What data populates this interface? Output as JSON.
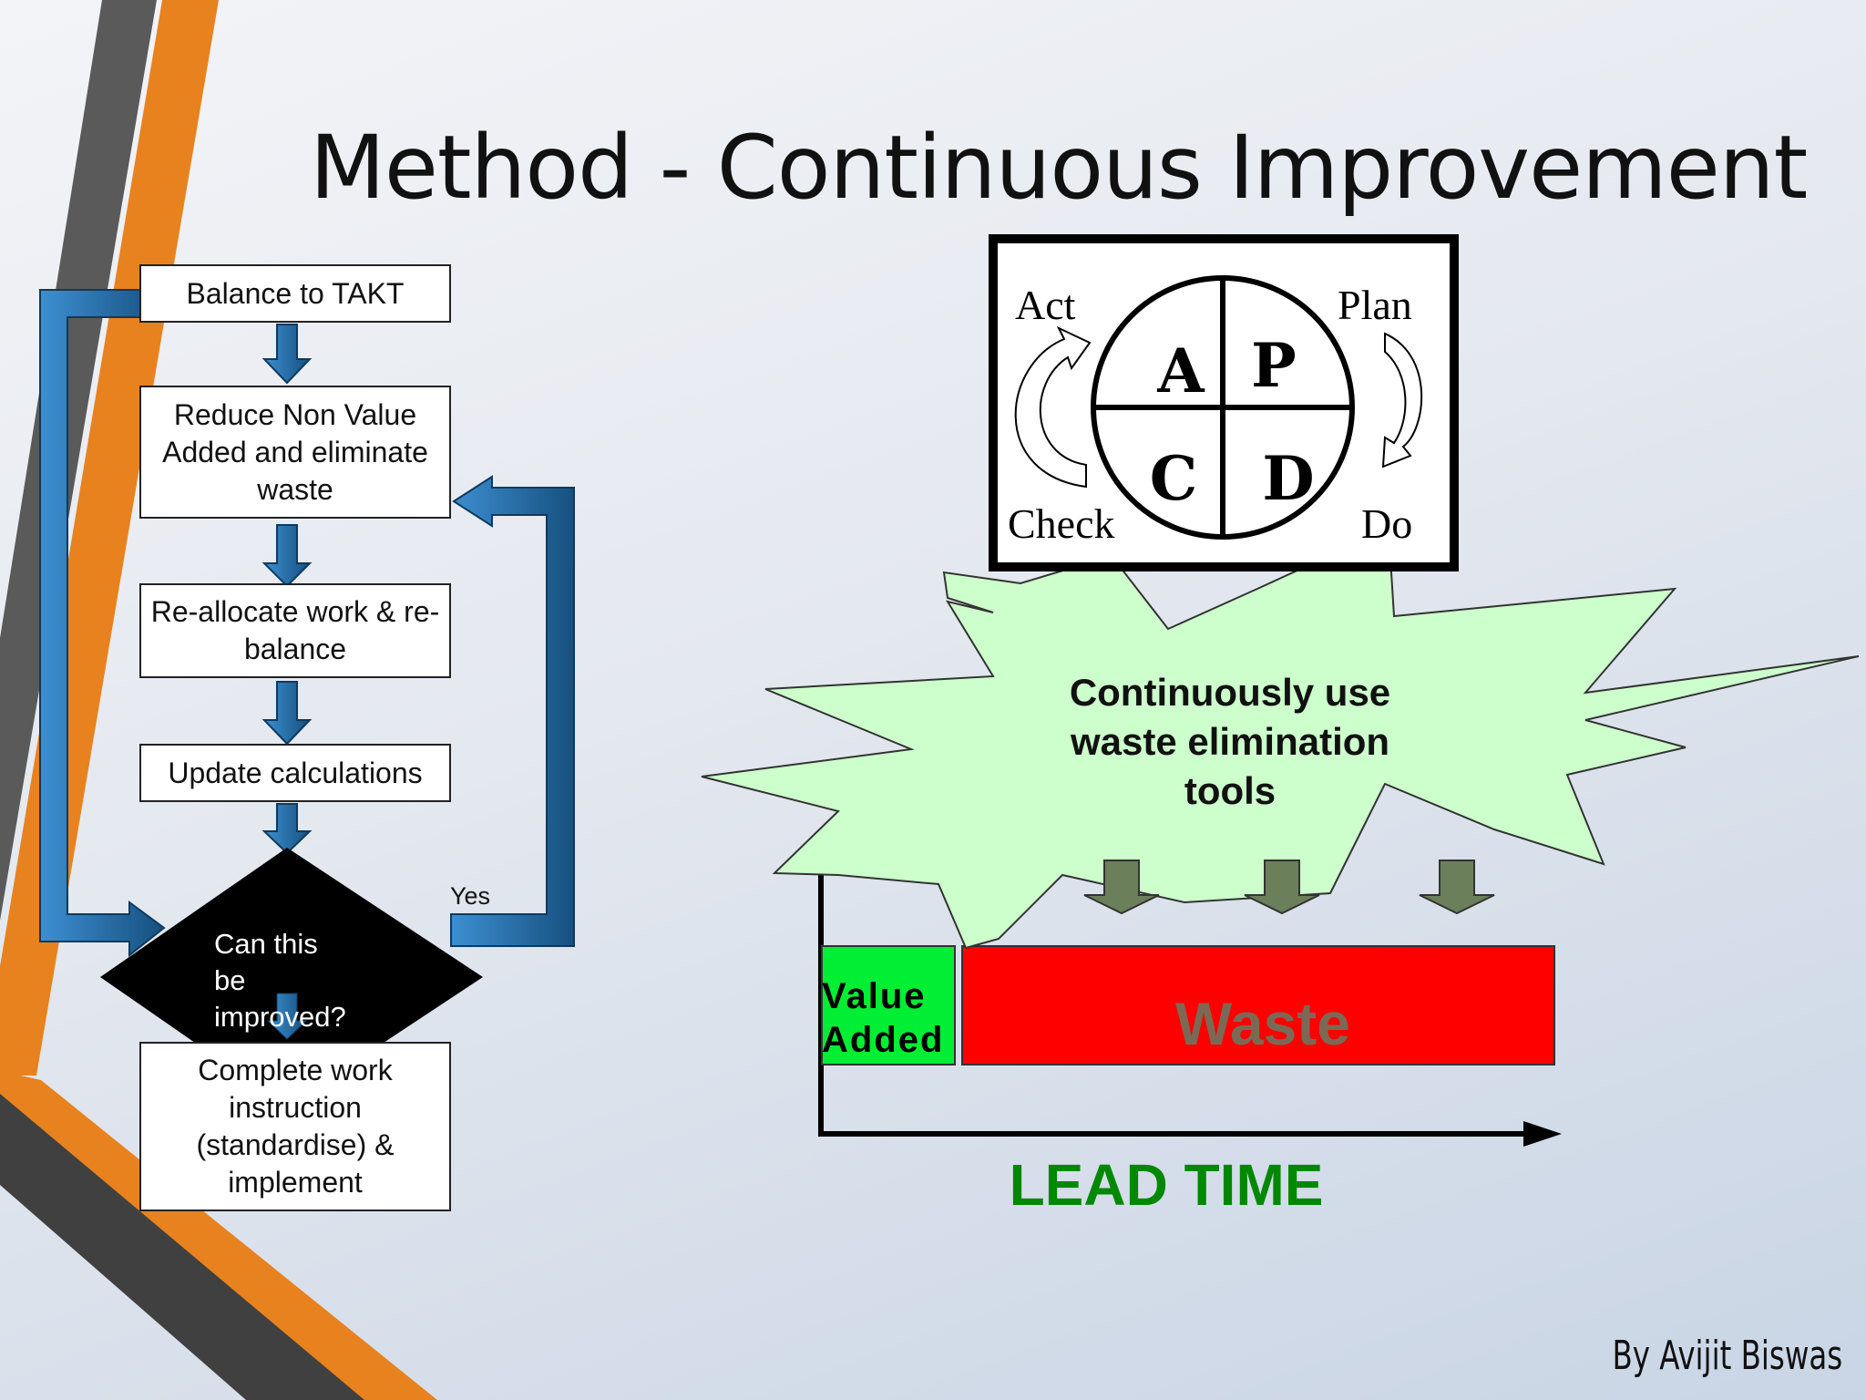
{
  "slide": {
    "title": "Method - Continuous Improvement",
    "author": "By Avijit Biswas"
  },
  "flowchart": {
    "steps": [
      "Balance to TAKT",
      "Reduce Non Value Added and eliminate waste",
      "Re-allocate work & re-balance",
      "Update calculations"
    ],
    "decision": "Can this be improved?",
    "yes_label": "Yes",
    "final_step": "Complete work instruction (standardise) & implement",
    "colors": {
      "arrow": "#1d5b8f",
      "arrow_light": "#3d8fd1",
      "decision": "#000000"
    }
  },
  "pdca": {
    "quadrants": {
      "plan": "P",
      "do": "D",
      "check": "C",
      "act": "A"
    },
    "labels": {
      "act": "Act",
      "plan": "Plan",
      "check": "Check",
      "do": "Do"
    }
  },
  "callout": {
    "text": "Continuously use waste elimination tools",
    "fill": "#ccffcc"
  },
  "lead_time_bar": {
    "value_added_label": "Value Added",
    "waste_label": "Waste",
    "axis_label": "LEAD TIME",
    "colors": {
      "value_added": "#00ee33",
      "waste": "#ff0000",
      "waste_text": "#7a6a55",
      "axis_label": "#008800"
    }
  }
}
